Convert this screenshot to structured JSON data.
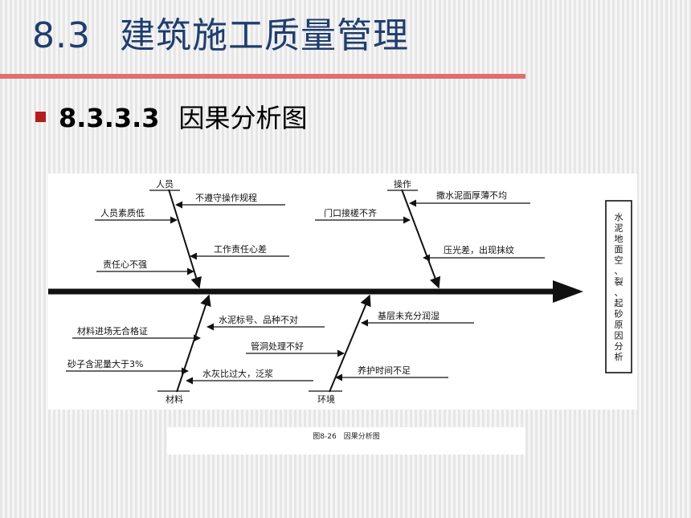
{
  "header": {
    "section_number": "8.3",
    "section_title": "建筑施工质量管理"
  },
  "subsection": {
    "number": "8.3.3.3",
    "title": "因果分析图"
  },
  "diagram": {
    "effect": "水泥地面空、裂、起砂原因分析",
    "categories": [
      {
        "name": "人员",
        "causes": [
          "不遵守操作规程",
          "人员素质低",
          "工作责任心差",
          "责任心不强"
        ]
      },
      {
        "name": "操作",
        "causes": [
          "撒水泥面厚薄不均",
          "门口接槎不齐",
          "压光差，出现抹纹"
        ]
      },
      {
        "name": "材料",
        "causes": [
          "水泥标号、品种不对",
          "材料进场无合格证",
          "砂子含泥量大于3%",
          "水灰比过大，泛浆"
        ]
      },
      {
        "name": "环境",
        "causes": [
          "基层未充分润湿",
          "管洞处理不好",
          "养护时间不足"
        ]
      }
    ]
  },
  "caption": "图8-26　因果分析图",
  "colors": {
    "title": "#1f3d6e",
    "rule": "#e36c6c",
    "bullet": "#b51d1d"
  }
}
